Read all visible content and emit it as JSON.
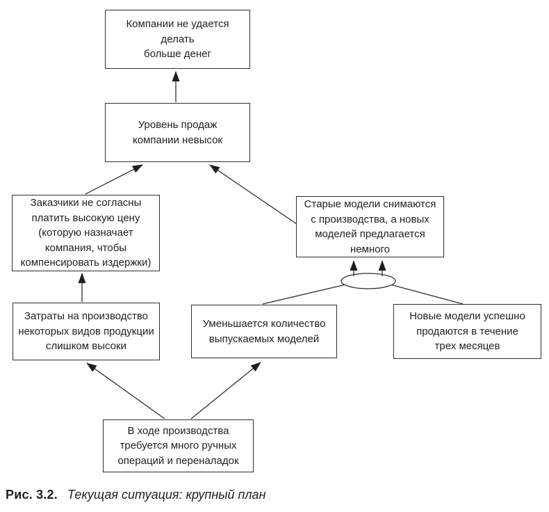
{
  "diagram": {
    "nodes": {
      "no_more_money": {
        "text": "Компании не удается делать\nбольше денег"
      },
      "sales_low": {
        "text": "Уровень продаж\nкомпании невысок"
      },
      "customers_refuse_price": {
        "text": "Заказчики не согласны\nплатить высокую цену\n(которую назначает\nкомпания, чтобы\nкомпенсировать издержки)"
      },
      "old_models_discontinued": {
        "text": "Старые модели снимаются\nс производства, а новых\nмоделей предлагается\nнемного"
      },
      "production_costs_high": {
        "text": "Затраты на производство\nнекоторых видов продукции\nслишком высоки"
      },
      "fewer_models_produced": {
        "text": "Уменьшается количество\nвыпускаемых моделей"
      },
      "new_models_sell_well": {
        "text": "Новые модели успешно\nпродаются в течение\nтрех месяцев"
      },
      "many_manual_operations": {
        "text": "В ходе производства\nтребуется много ручных\nопераций и переналадок"
      }
    },
    "edges": [
      {
        "from": "sales_low",
        "to": "no_more_money"
      },
      {
        "from": "customers_refuse_price",
        "to": "sales_low"
      },
      {
        "from": "old_models_discontinued",
        "to": "sales_low"
      },
      {
        "from": "production_costs_high",
        "to": "customers_refuse_price"
      },
      {
        "from": "fewer_models_produced",
        "to": "old_models_discontinued",
        "via": "and-junction"
      },
      {
        "from": "new_models_sell_well",
        "to": "old_models_discontinued",
        "via": "and-junction"
      },
      {
        "from": "many_manual_operations",
        "to": "production_costs_high"
      },
      {
        "from": "many_manual_operations",
        "to": "fewer_models_produced"
      }
    ],
    "caption": {
      "label": "Рис. 3.2.",
      "title": "Текущая ситуация: крупный план"
    },
    "colors": {
      "line": "#2e2e2e",
      "arrowhead": "#1f1f1f",
      "text": "#1f1f1f",
      "box_border": "#2e2e2e",
      "background": "#ffffff"
    }
  }
}
